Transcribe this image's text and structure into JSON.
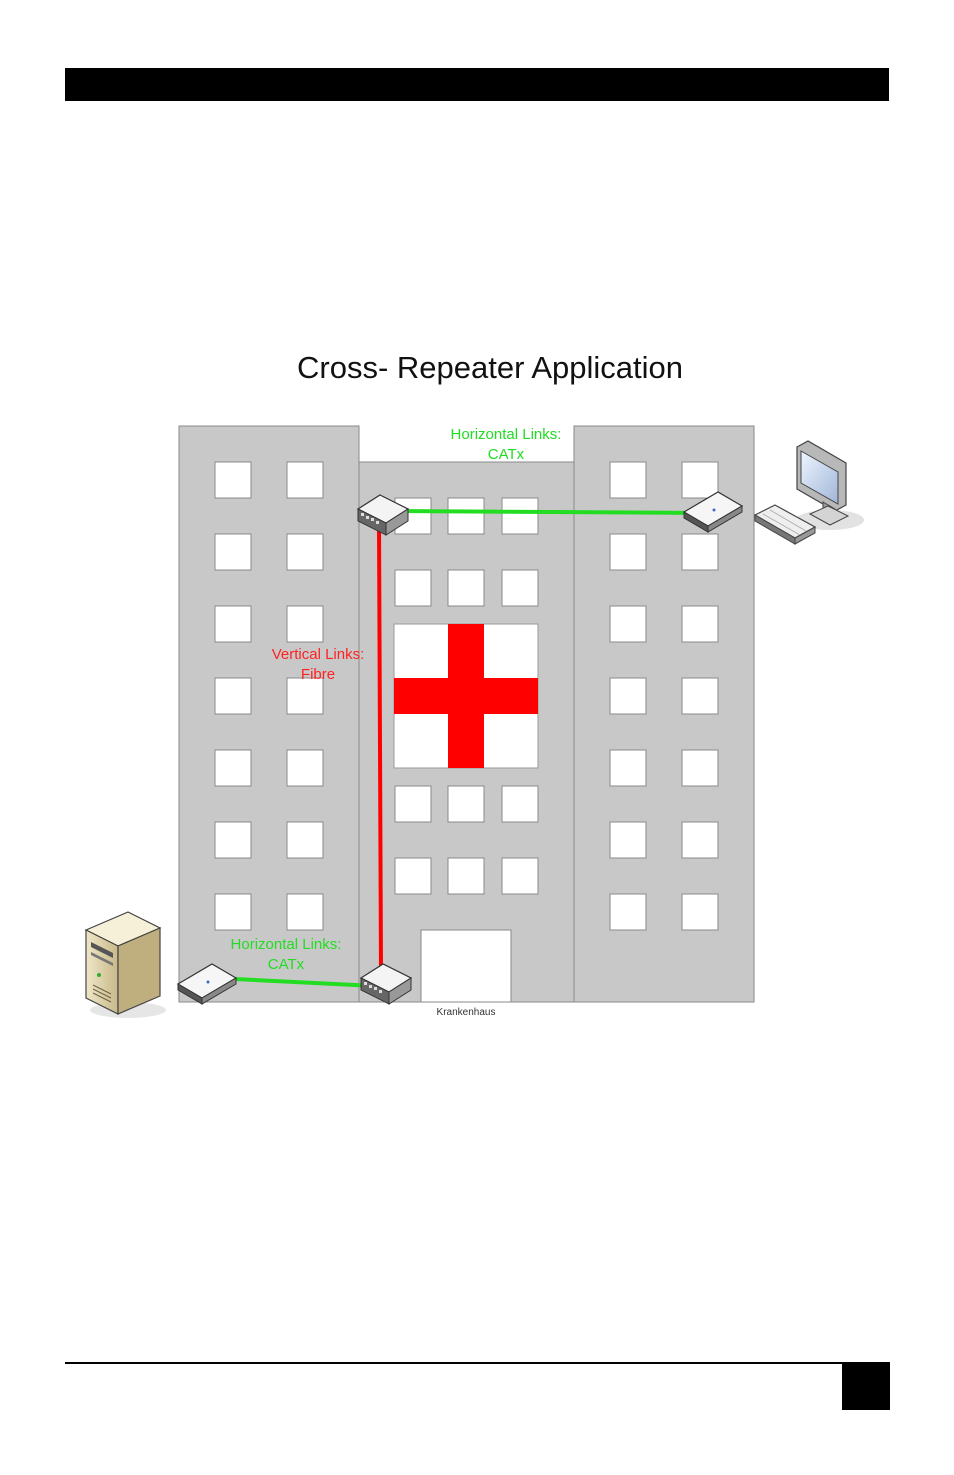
{
  "page": {
    "colors": {
      "header": "#000000",
      "building": "#c8c8c8",
      "window": "#ffffff",
      "cross": "#ff0000",
      "catx_link": "#22dd22",
      "fibre_link": "#ff0000",
      "label_green": "#22dd22",
      "label_red": "#ff2222"
    }
  },
  "diagram": {
    "title": "Cross- Repeater Application",
    "labels": {
      "horizontal_top_1": "Horizontal Links:",
      "horizontal_top_2": "CATx",
      "vertical_1": "Vertical Links:",
      "vertical_2": "Fibre",
      "horizontal_bottom_1": "Horizontal Links:",
      "horizontal_bottom_2": "CATx",
      "building_name": "Krankenhaus"
    },
    "icons": {
      "server": "server-tower-icon",
      "workstation": "monitor-keyboard-icon",
      "extender_small": "kvm-extender-icon",
      "repeater": "cross-repeater-icon",
      "cross": "red-cross-icon"
    }
  }
}
